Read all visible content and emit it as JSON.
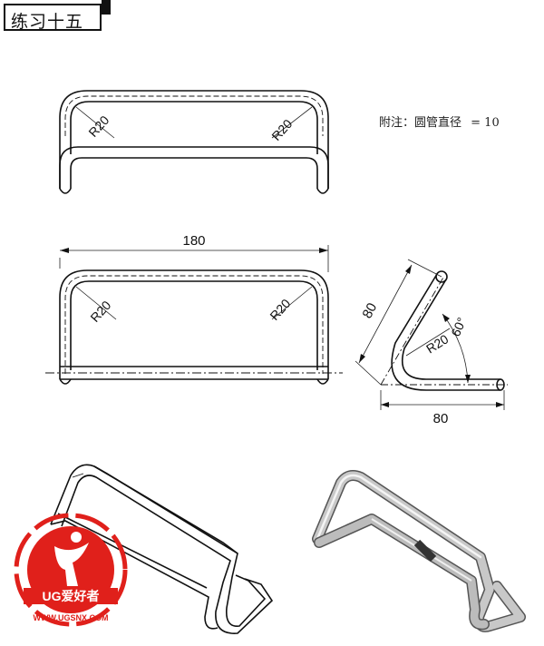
{
  "title": "练习十五",
  "note": {
    "label": "附注：圆管直径",
    "value": "= 10"
  },
  "top_view": {
    "radius_left": "R20",
    "radius_right": "R20"
  },
  "front_view": {
    "width_dim": "180",
    "radius_left": "R20",
    "radius_right": "R20"
  },
  "side_view": {
    "length_dim": "80",
    "base_dim": "80",
    "radius": "R20",
    "angle": "60°"
  },
  "logo": {
    "brand": "UG爱好者",
    "url": "WWW.UGSNX.COM",
    "color": "#e0201b"
  },
  "colors": {
    "line": "#111111",
    "logo_red": "#e0201b",
    "tube_shade": "#9a9a9a"
  }
}
